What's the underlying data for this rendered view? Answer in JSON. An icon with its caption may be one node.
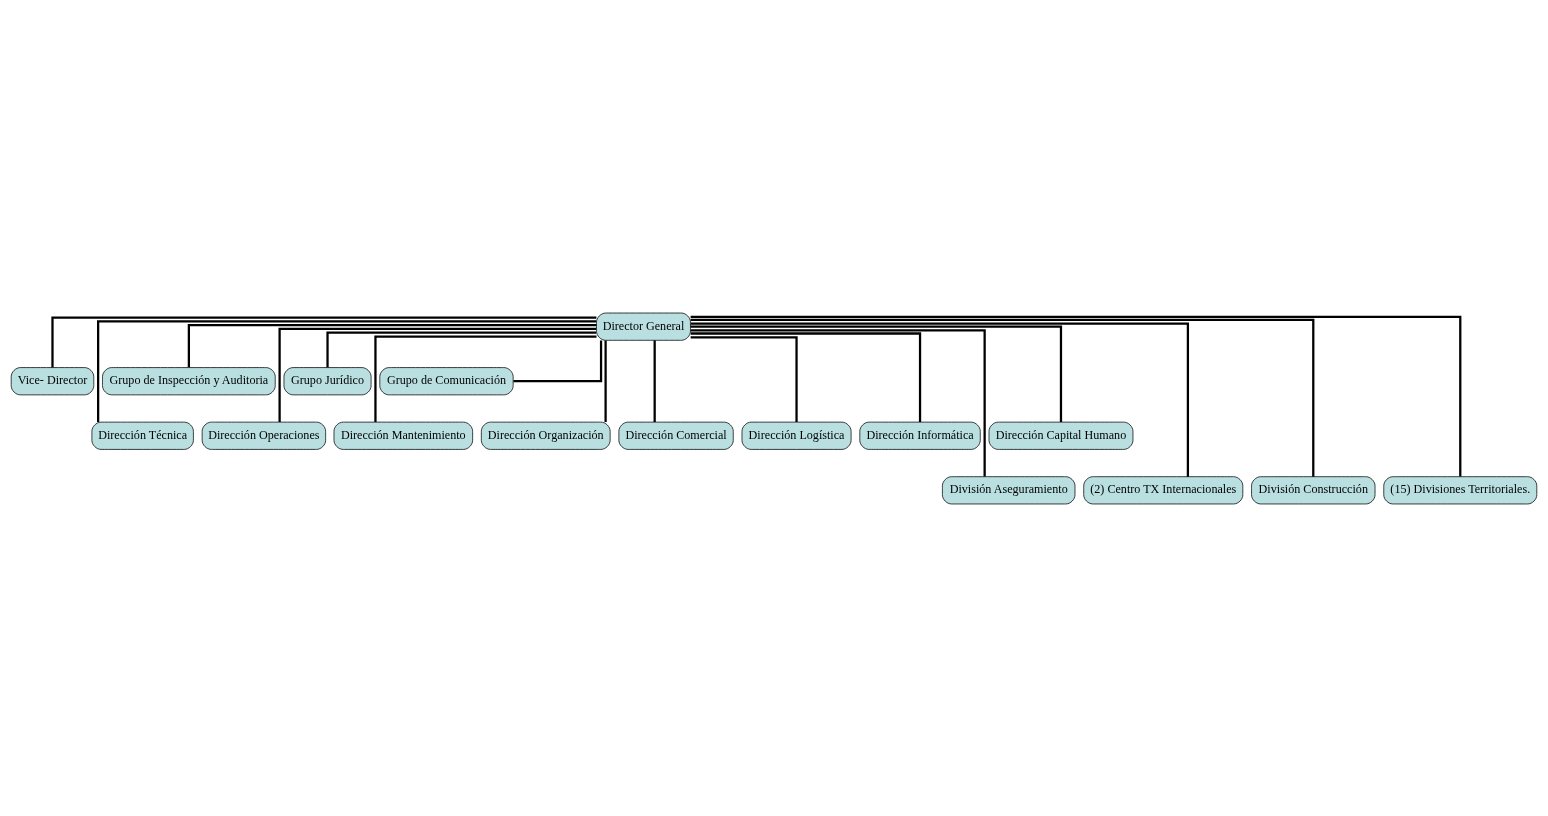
{
  "diagram": {
    "nodes": [
      {
        "text": [
          "Director General"
        ]
      },
      {
        "text": [
          "Vice- Director"
        ]
      },
      {
        "text": [
          "Grupo de Inspección y Auditoria"
        ]
      },
      {
        "text": [
          "Grupo Jurídico"
        ]
      },
      {
        "text": [
          "Grupo de Comunicación"
        ]
      },
      {
        "text": [
          "Dirección Técnica"
        ]
      },
      {
        "text": [
          "Dirección Operaciones"
        ]
      },
      {
        "text": [
          "Dirección Mantenimiento"
        ]
      },
      {
        "text": [
          "Dirección Organización"
        ]
      },
      {
        "text": [
          "Dirección Comercial"
        ]
      },
      {
        "text": [
          "Dirección Logística"
        ]
      },
      {
        "text": [
          "Dirección Informática"
        ]
      },
      {
        "text": [
          "Dirección Capital Humano"
        ]
      },
      {
        "text": [
          "División Aseguramiento"
        ]
      },
      {
        "text": [
          "(2) Centro TX Internacionales"
        ]
      },
      {
        "text": [
          "División Construcción"
        ]
      },
      {
        "text": [
          "(15) Divisiones Territoriales."
        ]
      }
    ],
    "edges": [
      {
        "from": 0,
        "to": 1,
        "arrow": "none"
      },
      {
        "from": 0,
        "to": 2,
        "arrow": "none"
      },
      {
        "from": 0,
        "to": 3,
        "arrow": "none"
      },
      {
        "from": 0,
        "to": 4,
        "arrow": "none"
      },
      {
        "from": 0,
        "to": 5,
        "arrow": "none"
      },
      {
        "from": 0,
        "to": 6,
        "arrow": "none"
      },
      {
        "from": 0,
        "to": 7,
        "arrow": "none"
      },
      {
        "from": 0,
        "to": 8,
        "arrow": "none"
      },
      {
        "from": 0,
        "to": 9,
        "arrow": "none"
      },
      {
        "from": 0,
        "to": 10,
        "arrow": "none"
      },
      {
        "from": 0,
        "to": 11,
        "arrow": "none"
      },
      {
        "from": 0,
        "to": 12,
        "arrow": "none"
      },
      {
        "from": 0,
        "to": 13,
        "arrow": "none"
      },
      {
        "from": 0,
        "to": 14,
        "arrow": "none"
      },
      {
        "from": 0,
        "to": 15,
        "arrow": "none"
      },
      {
        "from": 0,
        "to": 16,
        "arrow": "none"
      }
    ]
  }
}
